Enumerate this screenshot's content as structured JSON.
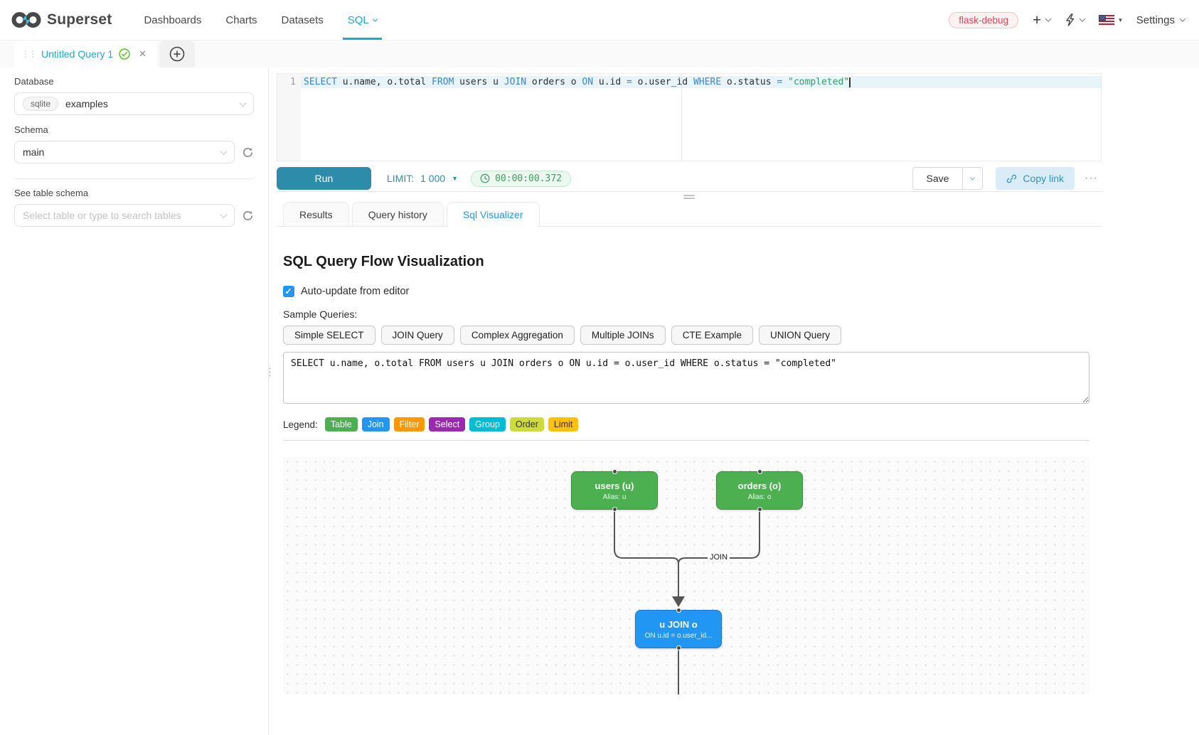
{
  "navbar": {
    "brand": "Superset",
    "items": [
      {
        "label": "Dashboards"
      },
      {
        "label": "Charts"
      },
      {
        "label": "Datasets"
      },
      {
        "label": "SQL"
      }
    ],
    "environment_tag": "flask-debug",
    "settings_label": "Settings"
  },
  "query_tabs": {
    "active_tab_title": "Untitled Query 1"
  },
  "sidebar": {
    "database_label": "Database",
    "database_engine": "sqlite",
    "database_value": "examples",
    "schema_label": "Schema",
    "schema_value": "main",
    "table_schema_label": "See table schema",
    "table_schema_placeholder": "Select table or type to search tables"
  },
  "editor": {
    "line_number": "1",
    "tokens": [
      {
        "text": "SELECT",
        "color": "#3b86d8"
      },
      {
        "text": " u.name, o.total ",
        "color": "#2f2f2f"
      },
      {
        "text": "FROM",
        "color": "#3b86d8"
      },
      {
        "text": " users u ",
        "color": "#2f2f2f"
      },
      {
        "text": "JOIN",
        "color": "#3b86d8"
      },
      {
        "text": " orders o ",
        "color": "#2f2f2f"
      },
      {
        "text": "ON",
        "color": "#3b86d8"
      },
      {
        "text": " u.id ",
        "color": "#2f2f2f"
      },
      {
        "text": "=",
        "color": "#3b86d8"
      },
      {
        "text": " o.user_id ",
        "color": "#2f2f2f"
      },
      {
        "text": "WHERE",
        "color": "#3b86d8"
      },
      {
        "text": " o.status ",
        "color": "#2f2f2f"
      },
      {
        "text": "=",
        "color": "#3b86d8"
      },
      {
        "text": " ",
        "color": "#2f2f2f"
      },
      {
        "text": "\"completed\"",
        "color": "#2f9e63"
      }
    ]
  },
  "toolbar": {
    "run_label": "Run",
    "limit_label": "LIMIT:",
    "limit_value": "1 000",
    "elapsed_time": "00:00:00.372",
    "save_label": "Save",
    "copy_link_label": "Copy link",
    "more_label": "···"
  },
  "result_tabs": [
    {
      "label": "Results"
    },
    {
      "label": "Query history"
    },
    {
      "label": "Sql Visualizer"
    }
  ],
  "visualizer": {
    "title": "SQL Query Flow Visualization",
    "auto_update_label": "Auto-update from editor",
    "auto_update_checked": true,
    "sample_queries_label": "Sample Queries:",
    "sample_queries": [
      "Simple SELECT",
      "JOIN Query",
      "Complex Aggregation",
      "Multiple JOINs",
      "CTE Example",
      "UNION Query"
    ],
    "sql_input": "SELECT u.name, o.total FROM users u JOIN orders o ON u.id = o.user_id WHERE o.status = \"completed\"",
    "legend_label": "Legend:",
    "legend": [
      {
        "label": "Table",
        "bg": "#4CAF50",
        "fg": "#ffffff"
      },
      {
        "label": "Join",
        "bg": "#2196F3",
        "fg": "#ffffff"
      },
      {
        "label": "Filter",
        "bg": "#FF9800",
        "fg": "#ffffff"
      },
      {
        "label": "Select",
        "bg": "#9C27B0",
        "fg": "#ffffff"
      },
      {
        "label": "Group",
        "bg": "#00BCD4",
        "fg": "#ffffff"
      },
      {
        "label": "Order",
        "bg": "#CDDC39",
        "fg": "#333333"
      },
      {
        "label": "Limit",
        "bg": "#FFC107",
        "fg": "#333333"
      }
    ],
    "flow": {
      "nodes": [
        {
          "title": "users (u)",
          "subtitle": "Alias: u",
          "color": "#4caf50"
        },
        {
          "title": "orders (o)",
          "subtitle": "Alias: o",
          "color": "#4caf50"
        },
        {
          "title": "u JOIN o",
          "subtitle": "ON u.id = o.user_id...",
          "color": "#2196f3"
        }
      ],
      "edge_label": "JOIN"
    }
  },
  "colors": {
    "brand_teal": "#1fa8c9",
    "tab_active_blue": "#2196f3",
    "success_green": "#52c41a",
    "error_red": "#e04355"
  }
}
